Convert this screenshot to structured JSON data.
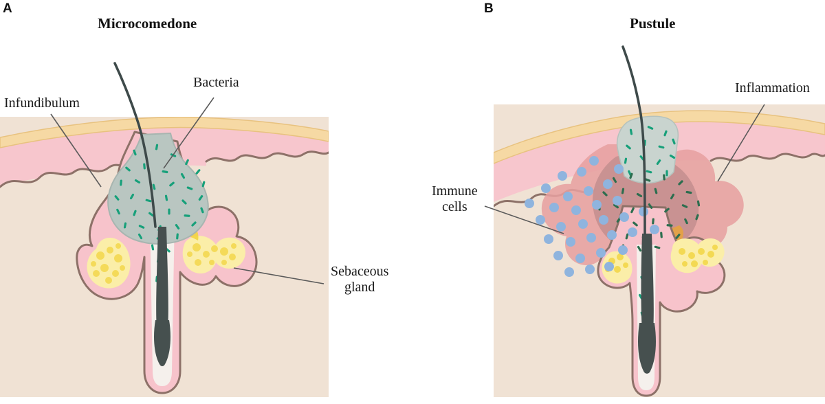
{
  "figure": {
    "type": "scientific-illustration",
    "subject": "Acne lesion histology cross-sections",
    "background_color": "#ffffff"
  },
  "panels": [
    {
      "letter": "A",
      "title": "Microcomedone",
      "labels": [
        {
          "id": "infundibulum",
          "text": "Infundibulum",
          "lines": [
            "Infundibulum"
          ]
        },
        {
          "id": "bacteria",
          "text": "Bacteria",
          "lines": [
            "Bacteria"
          ]
        },
        {
          "id": "sebaceous_gland",
          "text": "Sebaceous gland",
          "lines": [
            "Sebaceous",
            "gland"
          ]
        }
      ]
    },
    {
      "letter": "B",
      "title": "Pustule",
      "labels": [
        {
          "id": "inflammation",
          "text": "Inflammation",
          "lines": [
            "Inflammation"
          ]
        },
        {
          "id": "immune_cells",
          "text": "Immune cells",
          "lines": [
            "Immune",
            "cells"
          ]
        }
      ]
    }
  ],
  "labels": {
    "panel_a_letter": "A",
    "panel_b_letter": "B",
    "panel_a_title": "Microcomedone",
    "panel_b_title": "Pustule",
    "infundibulum": "Infundibulum",
    "bacteria": "Bacteria",
    "sebaceous_line1": "Sebaceous",
    "sebaceous_line2": "gland",
    "inflammation": "Inflammation",
    "immune_line1": "Immune",
    "immune_line2": "cells"
  },
  "colors": {
    "stratum_corneum": "#f6d9a4",
    "stratum_corneum_edge": "#e8c27f",
    "epidermis": "#f7c6cd",
    "dermis": "#f0e2d4",
    "dermis_outline": "#8d7168",
    "follicle_lining": "#f7c3cb",
    "sebum_yellow": "#f2d43f",
    "sebum_yellow_light": "#fbeea8",
    "comedone_plug": "#b9c6c1",
    "comedone_plug_light": "#c9d4cf",
    "bacteria_teal": "#17a07a",
    "bacteria_dark_green": "#2c6e4f",
    "hair_shaft": "#3e4a4a",
    "inflammation_outer": "#e7a0a0",
    "inflammation_inner": "#c59090",
    "immune_cell_blue": "#8fb4de",
    "pus_orange": "#e8a33c",
    "leader_line": "#5a5a5a",
    "text": "#1a1a1a"
  },
  "elements": {
    "hair_shaft": "hair-shaft",
    "comedone": "comedone-plug",
    "bacteria_marks": "bacteria-rods",
    "immune_cells": "immune-cell-dots",
    "sebaceous_gland": "sebaceous-gland-lobules",
    "inflammation_zone": "inflammation-halo",
    "skin_surface": "stratum-corneum-layer",
    "epidermis_layer": "epidermis-layer",
    "dermis_layer": "dermis-layer"
  }
}
